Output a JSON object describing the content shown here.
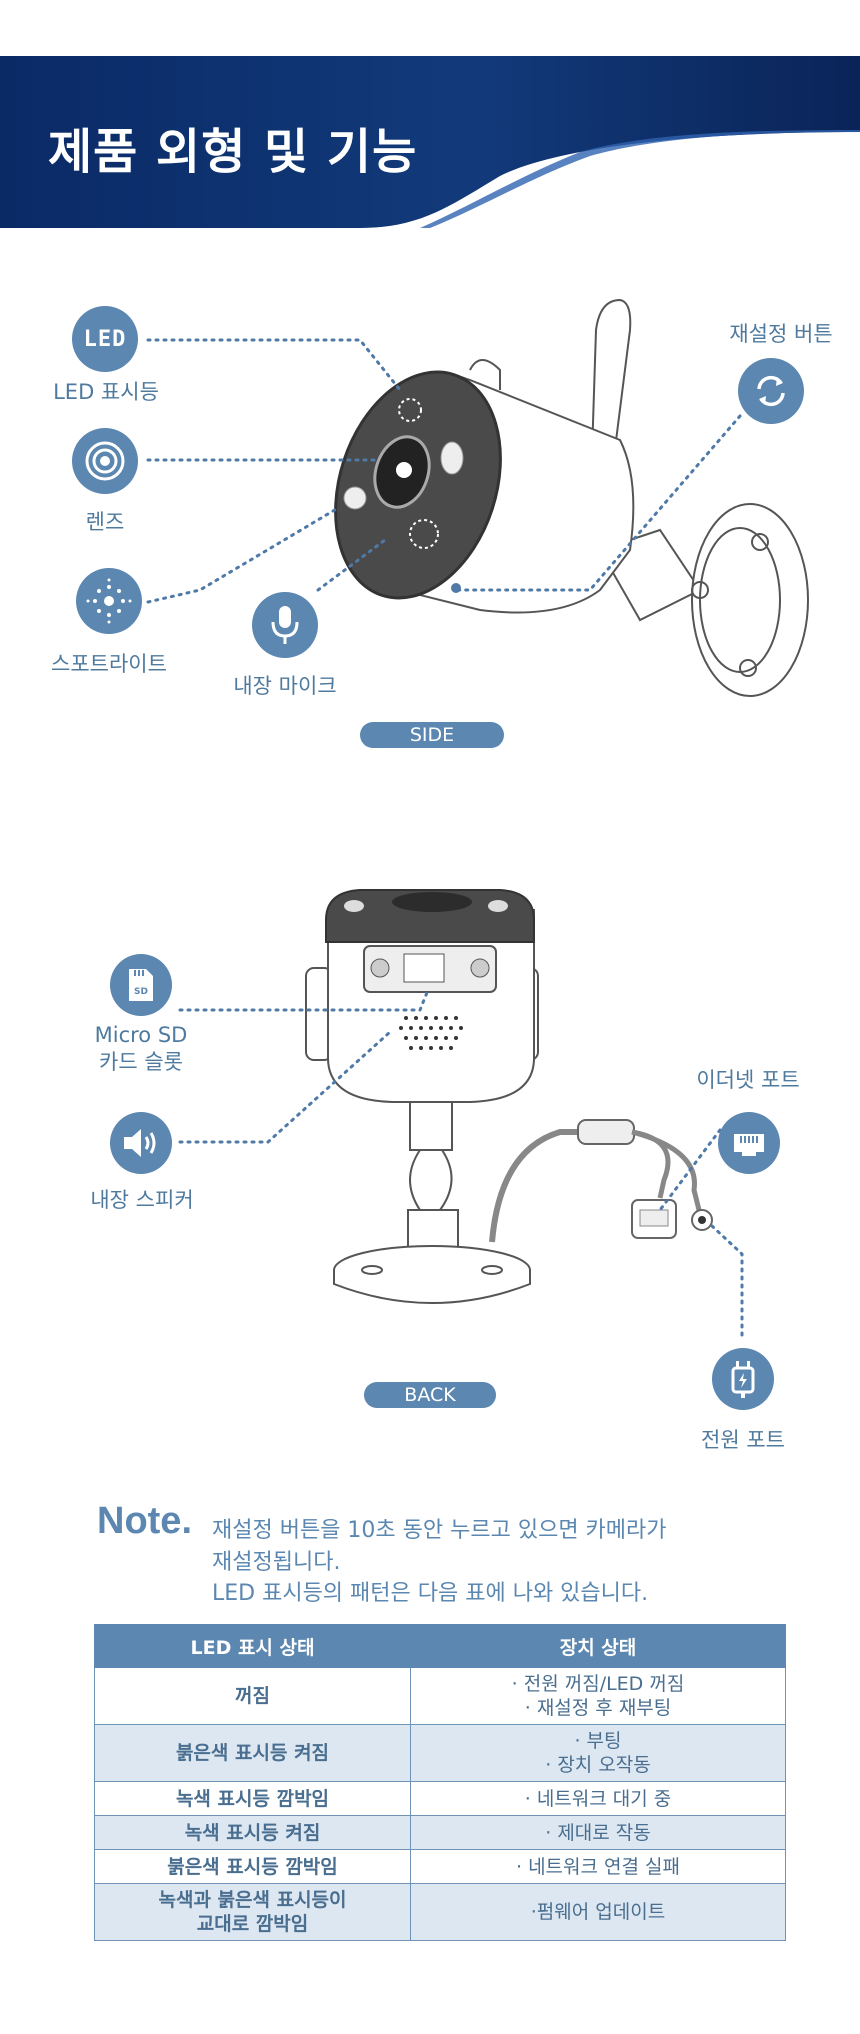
{
  "header": {
    "title": "제품 외형 및 기능"
  },
  "side": {
    "led_icon_text": "LED",
    "led_label": "LED 표시등",
    "lens_label": "렌즈",
    "spotlight_label": "스포트라이트",
    "mic_label": "내장 마이크",
    "reset_label": "재설정 버튼",
    "pill": "SIDE"
  },
  "back": {
    "sd_icon_text": "SD",
    "sd_label_1": "Micro SD",
    "sd_label_2": "카드 슬롯",
    "speaker_label": "내장 스피커",
    "ethernet_label": "이더넷 포트",
    "power_label": "전원 포트",
    "pill": "BACK"
  },
  "note": {
    "word": "Note.",
    "lines": [
      "재설정 버튼을 10초 동안 누르고 있으면 카메라가",
      "재설정됩니다.",
      "LED 표시등의 패턴은 다음 표에 나와 있습니다."
    ]
  },
  "table": {
    "headers": [
      "LED 표시 상태",
      "장치 상태"
    ],
    "rows": [
      {
        "state": [
          "꺼짐"
        ],
        "device": [
          "· 전원 꺼짐/LED 꺼짐",
          "· 재설정 후 재부팅"
        ]
      },
      {
        "state": [
          "붉은색 표시등 켜짐"
        ],
        "device": [
          "· 부팅",
          "· 장치 오작동"
        ]
      },
      {
        "state": [
          "녹색 표시등 깜박임"
        ],
        "device": [
          "· 네트워크 대기 중"
        ]
      },
      {
        "state": [
          "녹색 표시등 켜짐"
        ],
        "device": [
          "· 제대로 작동"
        ]
      },
      {
        "state": [
          "붉은색 표시등 깜박임"
        ],
        "device": [
          "· 네트워크 연결 실패"
        ]
      },
      {
        "state": [
          "녹색과 붉은색 표시등이",
          "교대로 깜박임"
        ],
        "device": [
          "·펌웨어 업데이트"
        ]
      }
    ]
  },
  "colors": {
    "header_dark": "#0b2a63",
    "accent": "#5b87b0",
    "table_alt": "#dce7f1"
  }
}
